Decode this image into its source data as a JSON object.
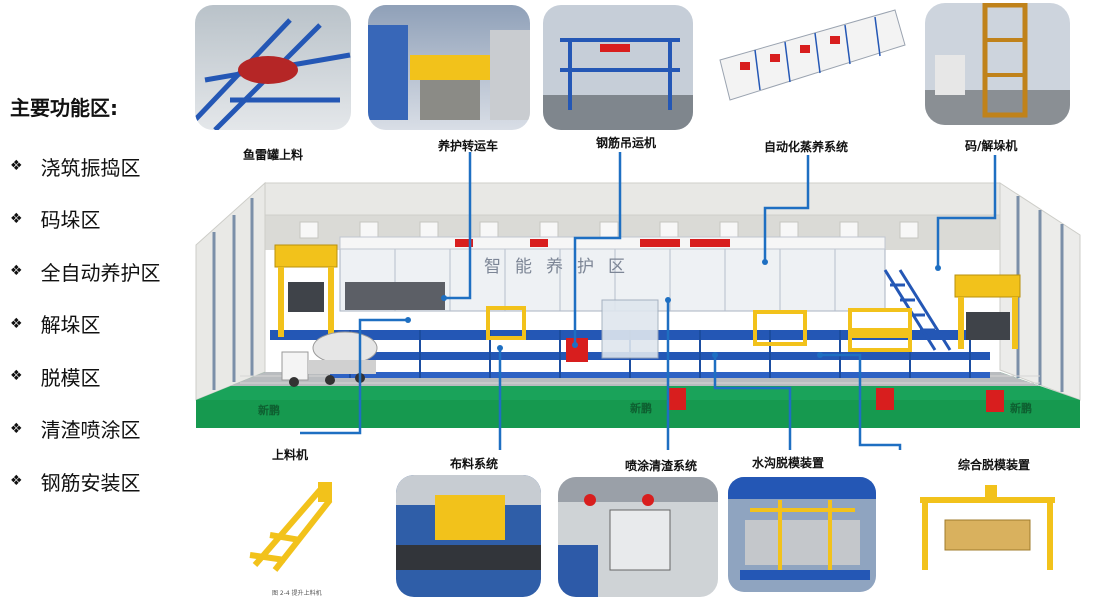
{
  "legend": {
    "title": "主要功能区:",
    "items": [
      "浇筑振捣区",
      "码垛区",
      "全自动养护区",
      "解垛区",
      "脱模区",
      "清渣喷涂区",
      "钢筋安装区"
    ]
  },
  "top_labels": {
    "fish_tank": "鱼雷罐上料",
    "curing_car": "养护转运车",
    "rebar_crane": "钢筋吊运机",
    "steam": "自动化蒸养系统",
    "stacker": "码/解垛机"
  },
  "bottom_labels": {
    "loader": "上料机",
    "distributor": "布料系统",
    "spray": "喷涂清渣系统",
    "ditch": "水沟脱模装置",
    "demould": "综合脱模装置"
  },
  "plant": {
    "zone_sign": "智能养护区",
    "brand": "新鹏",
    "caption": "图 2-4 提升上料机"
  },
  "colors": {
    "connector": "#1e6fc2",
    "floor": "#1aa35a",
    "frame": "#2457b5",
    "machine": "#f2c21b",
    "accent": "#d81e1e"
  }
}
